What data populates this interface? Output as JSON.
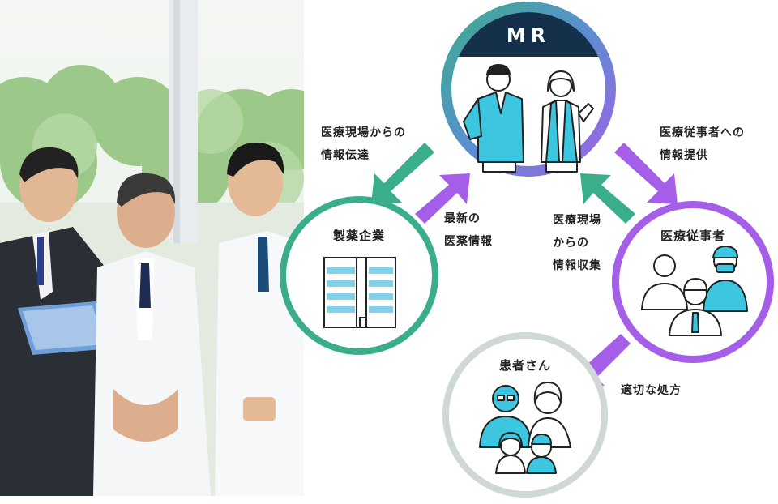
{
  "photo": {
    "description_icon": "business-meeting-photo"
  },
  "nodes": {
    "mr": {
      "title": "MR"
    },
    "company": {
      "title": "製薬企業"
    },
    "hcp": {
      "title": "医療従事者"
    },
    "patient": {
      "title": "患者さん"
    }
  },
  "arrow_labels": {
    "mr_to_company": [
      "医療現場からの",
      "情報伝達"
    ],
    "company_to_mr": [
      "最新の",
      "医薬情報"
    ],
    "mr_to_hcp": [
      "医療従事者への",
      "情報提供"
    ],
    "hcp_to_mr": [
      "医療現場",
      "からの",
      "情報収集"
    ],
    "hcp_to_patient": [
      "適切な処方"
    ]
  },
  "colors": {
    "green": "#3aae8a",
    "purple": "#a55ee8",
    "gray_ring": "#cfd8d6",
    "navy": "#14304a",
    "cyan": "#3cc6e0"
  }
}
